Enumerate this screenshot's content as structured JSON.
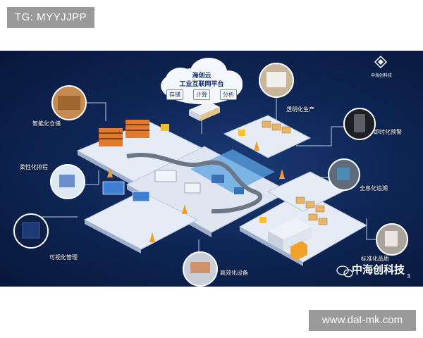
{
  "watermark": {
    "left": "TG: MYYJJPP",
    "right": "www.dat-mk.com"
  },
  "cloud": {
    "line1": "海创云",
    "line2": "工业互联网平台",
    "chips": [
      "存储",
      "计算",
      "分析"
    ]
  },
  "labels": {
    "smart_storage": "智能化仓储",
    "flexible_scheduling": "柔性化排程",
    "visual_management": "可视化管理",
    "efficient_equipment": "高效化设备",
    "transparent_production": "透明化生产",
    "realtime_warning": "即时化预警",
    "full_tracing": "全息化追溯",
    "standard_quality": "标准化品质"
  },
  "brand": {
    "name": "中海创科技",
    "number": "3",
    "logo_text": "中海创科技"
  },
  "colors": {
    "panel": "#0f2757",
    "accent": "#f39a2b",
    "platform": "#e6ecf5"
  }
}
